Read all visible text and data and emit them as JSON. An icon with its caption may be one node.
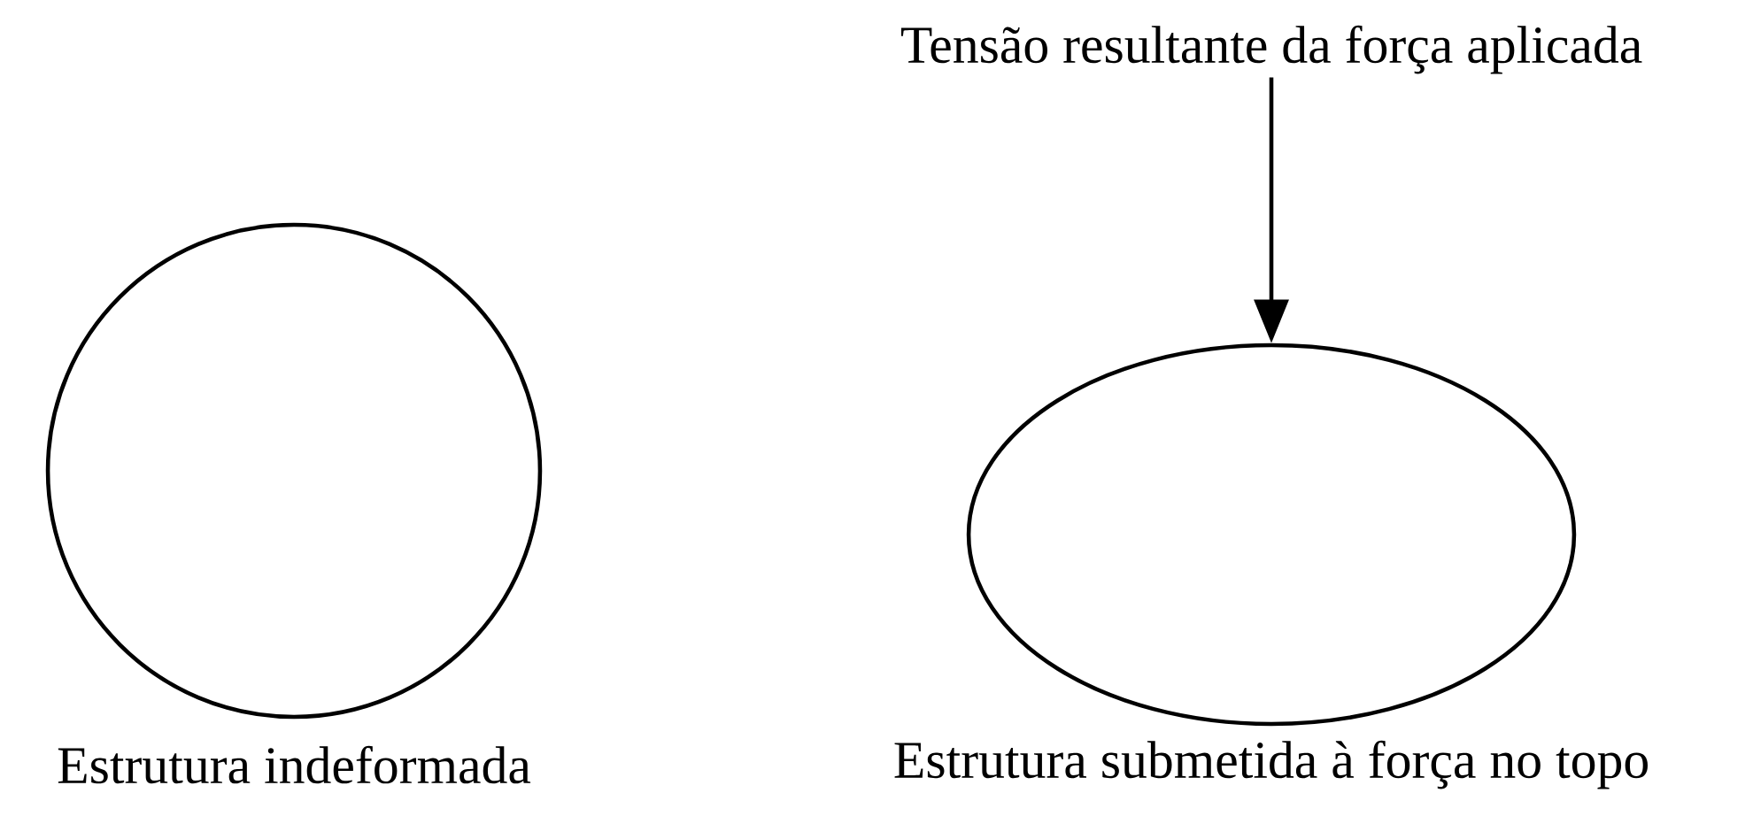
{
  "diagram": {
    "nodes": [
      {
        "text": [
          "Tensão resultante da força aplicada"
        ]
      },
      {
        "text": [],
        "shape": "circle",
        "beside": [
          "Estrutura indeformada"
        ]
      },
      {
        "text": [],
        "shape": "ellipse",
        "beside": [
          "Estrutura submetida à força no topo"
        ]
      }
    ],
    "edges": [
      {
        "from": 0,
        "to": 2,
        "arrow": "to"
      }
    ]
  }
}
